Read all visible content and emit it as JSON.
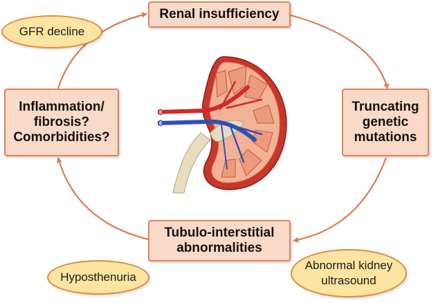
{
  "boxes": {
    "top": "Renal insufficiency",
    "right": "Truncating\ngenetic\nmutations",
    "bottom": "Tubulo-interstitial\nabnormalities",
    "left": "Inflammation/\nfibrosis?\nComorbidities?"
  },
  "ovals": {
    "gfr": "GFR decline",
    "hyposthenuria": "Hyposthenuria",
    "ultrasound": "Abnormal kidney\nultrasound"
  },
  "colors": {
    "box_fill": "#f9d9c7",
    "box_border": "#e0835c",
    "oval_fill": "#fbe5a0",
    "arrow": "#e07a4c"
  }
}
